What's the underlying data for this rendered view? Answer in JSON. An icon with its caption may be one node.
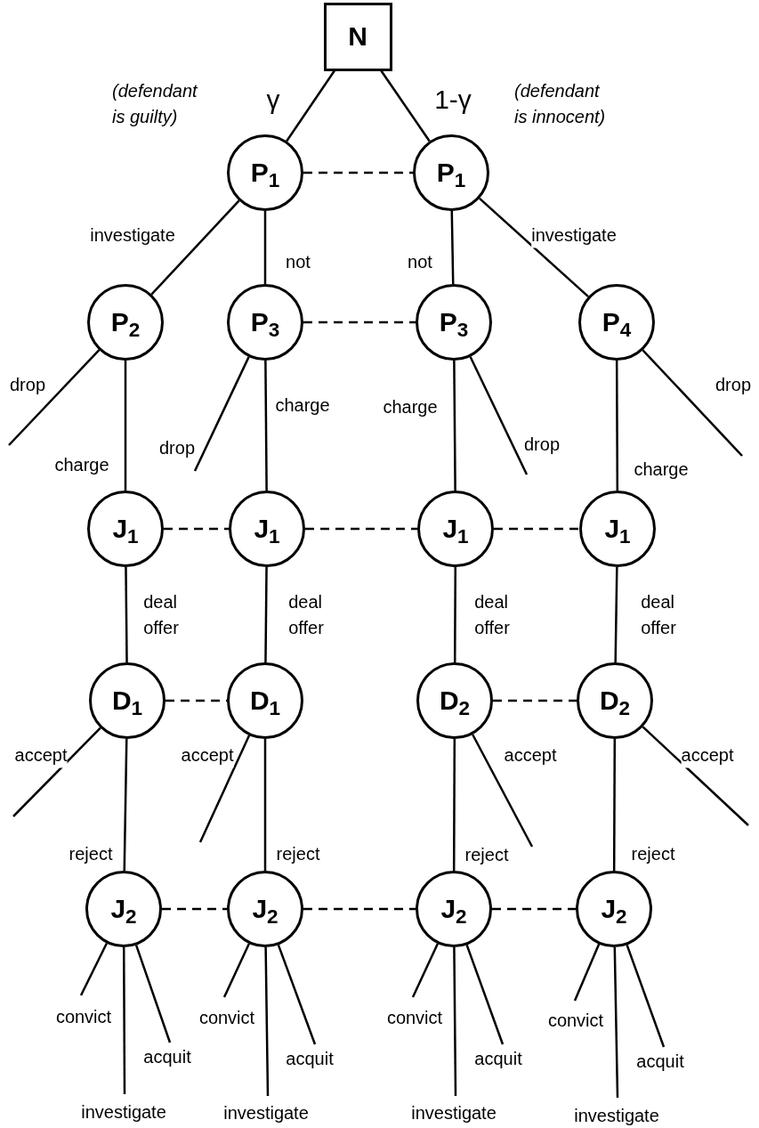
{
  "diagram": {
    "nodes": [
      {
        "text": [
          "N"
        ]
      },
      {
        "text": [
          "P$_{1}$"
        ]
      },
      {
        "text": [
          "P$_{1}$"
        ]
      },
      {
        "text": [
          "P$_{2}$"
        ]
      },
      {
        "text": [
          "P$_{3}$"
        ]
      },
      {
        "text": [
          "P$_{3}$"
        ]
      },
      {
        "text": [
          "P$_{4}$"
        ]
      },
      {
        "text": [
          "J$_{1}$"
        ]
      },
      {
        "text": [
          "J$_{1}$"
        ]
      },
      {
        "text": [
          "J$_{1}$"
        ]
      },
      {
        "text": [
          "J$_{1}$"
        ]
      },
      {
        "text": [
          "D$_{1}$"
        ]
      },
      {
        "text": [
          "D$_{1}$"
        ]
      },
      {
        "text": [
          "D$_{2}$"
        ]
      },
      {
        "text": [
          "D$_{2}$"
        ]
      },
      {
        "text": [
          "J$_{2}$"
        ]
      },
      {
        "text": [
          "J$_{2}$"
        ]
      },
      {
        "text": [
          "J$_{2}$"
        ]
      },
      {
        "text": [
          "J$_{2}$"
        ]
      }
    ],
    "edges": [
      {
        "from": 0,
        "to": 1,
        "arrow": "none",
        "label": "γ"
      },
      {
        "from": 0,
        "to": 2,
        "arrow": "none",
        "label": "1-γ"
      },
      {
        "from": 1,
        "to": 2,
        "arrow": "none",
        "style": "dashed"
      },
      {
        "from": 1,
        "to": 3,
        "arrow": "none",
        "label": "investigate"
      },
      {
        "from": 1,
        "to": 4,
        "arrow": "none",
        "label": "not"
      },
      {
        "from": 2,
        "to": 5,
        "arrow": "none",
        "label": "not"
      },
      {
        "from": 2,
        "to": 6,
        "arrow": "none",
        "label": "investigate"
      },
      {
        "from": 4,
        "to": 5,
        "arrow": "none",
        "style": "dashed"
      },
      {
        "from": 3,
        "to": null,
        "arrow": "none",
        "label": "drop"
      },
      {
        "from": 3,
        "to": 7,
        "arrow": "none",
        "label": "charge"
      },
      {
        "from": 4,
        "to": null,
        "arrow": "none",
        "label": "drop"
      },
      {
        "from": 4,
        "to": 8,
        "arrow": "none",
        "label": "charge"
      },
      {
        "from": 5,
        "to": 9,
        "arrow": "none",
        "label": "charge"
      },
      {
        "from": 5,
        "to": null,
        "arrow": "none",
        "label": "drop"
      },
      {
        "from": 6,
        "to": null,
        "arrow": "none",
        "label": "drop"
      },
      {
        "from": 6,
        "to": 10,
        "arrow": "none",
        "label": "charge"
      },
      {
        "from": 7,
        "to": 8,
        "arrow": "none",
        "style": "dashed"
      },
      {
        "from": 8,
        "to": 9,
        "arrow": "none",
        "style": "dashed"
      },
      {
        "from": 9,
        "to": 10,
        "arrow": "none",
        "style": "dashed"
      },
      {
        "from": 7,
        "to": 11,
        "arrow": "none",
        "label": "deal offer"
      },
      {
        "from": 8,
        "to": 12,
        "arrow": "none",
        "label": "deal offer"
      },
      {
        "from": 9,
        "to": 13,
        "arrow": "none",
        "label": "deal offer"
      },
      {
        "from": 10,
        "to": 14,
        "arrow": "none",
        "label": "deal offer"
      },
      {
        "from": 11,
        "to": 12,
        "arrow": "none",
        "style": "dashed"
      },
      {
        "from": 13,
        "to": 14,
        "arrow": "none",
        "style": "dashed"
      },
      {
        "from": 11,
        "to": null,
        "arrow": "none",
        "label": "accept"
      },
      {
        "from": 11,
        "to": 15,
        "arrow": "none",
        "label": "reject"
      },
      {
        "from": 12,
        "to": null,
        "arrow": "none",
        "label": "accept"
      },
      {
        "from": 12,
        "to": 16,
        "arrow": "none",
        "label": "reject"
      },
      {
        "from": 13,
        "to": null,
        "arrow": "none",
        "label": "accept"
      },
      {
        "from": 13,
        "to": 17,
        "arrow": "none",
        "label": "reject"
      },
      {
        "from": 14,
        "to": null,
        "arrow": "none",
        "label": "accept"
      },
      {
        "from": 14,
        "to": 18,
        "arrow": "none",
        "label": "reject"
      },
      {
        "from": 15,
        "to": 16,
        "arrow": "none",
        "style": "dashed"
      },
      {
        "from": 16,
        "to": 17,
        "arrow": "none",
        "style": "dashed"
      },
      {
        "from": 17,
        "to": 18,
        "arrow": "none",
        "style": "dashed"
      },
      {
        "from": 15,
        "to": null,
        "arrow": "none",
        "label": "convict"
      },
      {
        "from": 15,
        "to": null,
        "arrow": "none",
        "label": "acquit"
      },
      {
        "from": 15,
        "to": null,
        "arrow": "none",
        "label": "investigate"
      },
      {
        "from": 16,
        "to": null,
        "arrow": "none",
        "label": "convict"
      },
      {
        "from": 16,
        "to": null,
        "arrow": "none",
        "label": "acquit"
      },
      {
        "from": 16,
        "to": null,
        "arrow": "none",
        "label": "investigate"
      },
      {
        "from": 17,
        "to": null,
        "arrow": "none",
        "label": "convict"
      },
      {
        "from": 17,
        "to": null,
        "arrow": "none",
        "label": "acquit"
      },
      {
        "from": 17,
        "to": null,
        "arrow": "none",
        "label": "investigate"
      },
      {
        "from": 18,
        "to": null,
        "arrow": "none",
        "label": "convict"
      },
      {
        "from": 18,
        "to": null,
        "arrow": "none",
        "label": "acquit"
      },
      {
        "from": 18,
        "to": null,
        "arrow": "none",
        "label": "investigate"
      }
    ],
    "labels": [
      "(defendant is guilty)",
      "(defendant is innocent)"
    ]
  }
}
